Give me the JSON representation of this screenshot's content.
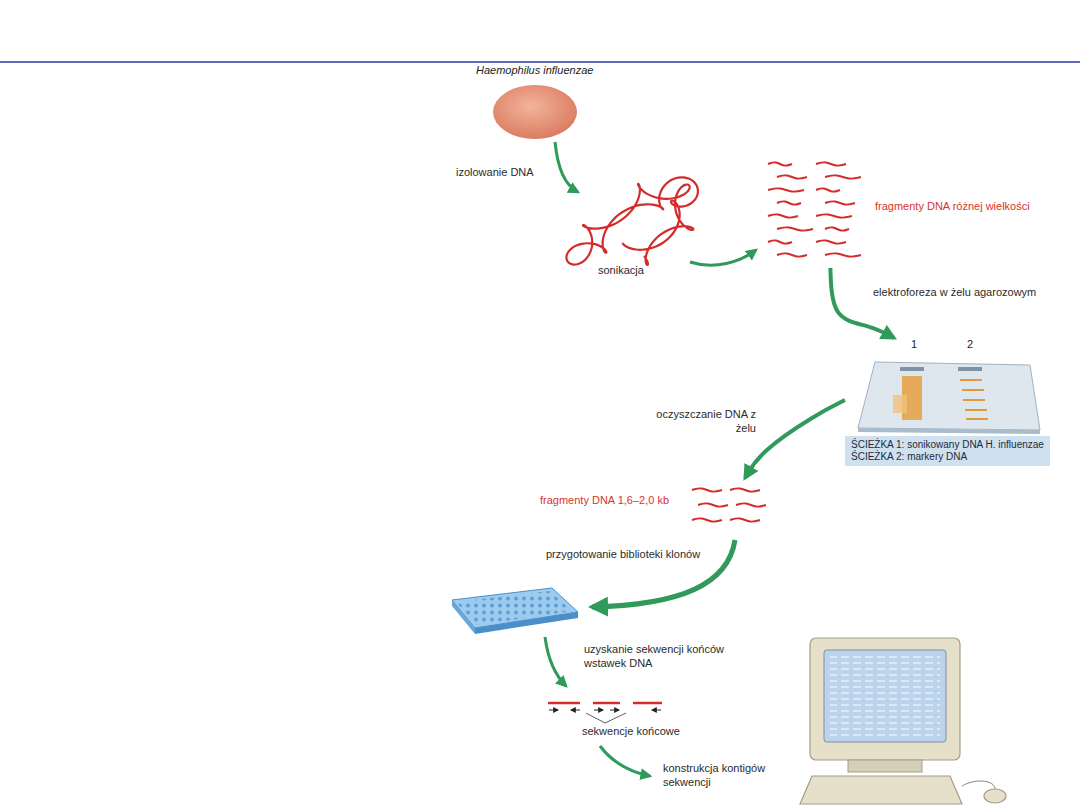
{
  "diagram": {
    "nodes": [
      {
        "text": [
          "Haemophilus influenzae"
        ]
      },
      {
        "text": [
          "fragmenty DNA różnej wielkości"
        ]
      },
      {
        "text": [
          "1",
          "2"
        ]
      },
      {
        "text": [
          "ŚCIEŻKA 1: sonikowany DNA H. influenzae",
          "ŚCIEŻKA 2: markery DNA"
        ]
      },
      {
        "text": [
          "fragmenty DNA 1,6–2,0 kb"
        ]
      },
      {
        "text": [
          "sekwencje końcowe"
        ]
      }
    ],
    "edges": [
      {
        "from": 1,
        "to": 2,
        "arrow": "to",
        "label": "elektroforeza w żelu agarozowym"
      },
      {
        "from": 2,
        "to": 4,
        "arrow": "to",
        "label": "oczyszczanie DNA z żelu"
      }
    ],
    "labels": [
      "izolowanie DNA",
      "sonikacja",
      "przygotowanie biblioteki klonów",
      "uzyskanie sekwencji końców wstawek DNA",
      "konstrukcja kontigów sekwencji"
    ]
  }
}
